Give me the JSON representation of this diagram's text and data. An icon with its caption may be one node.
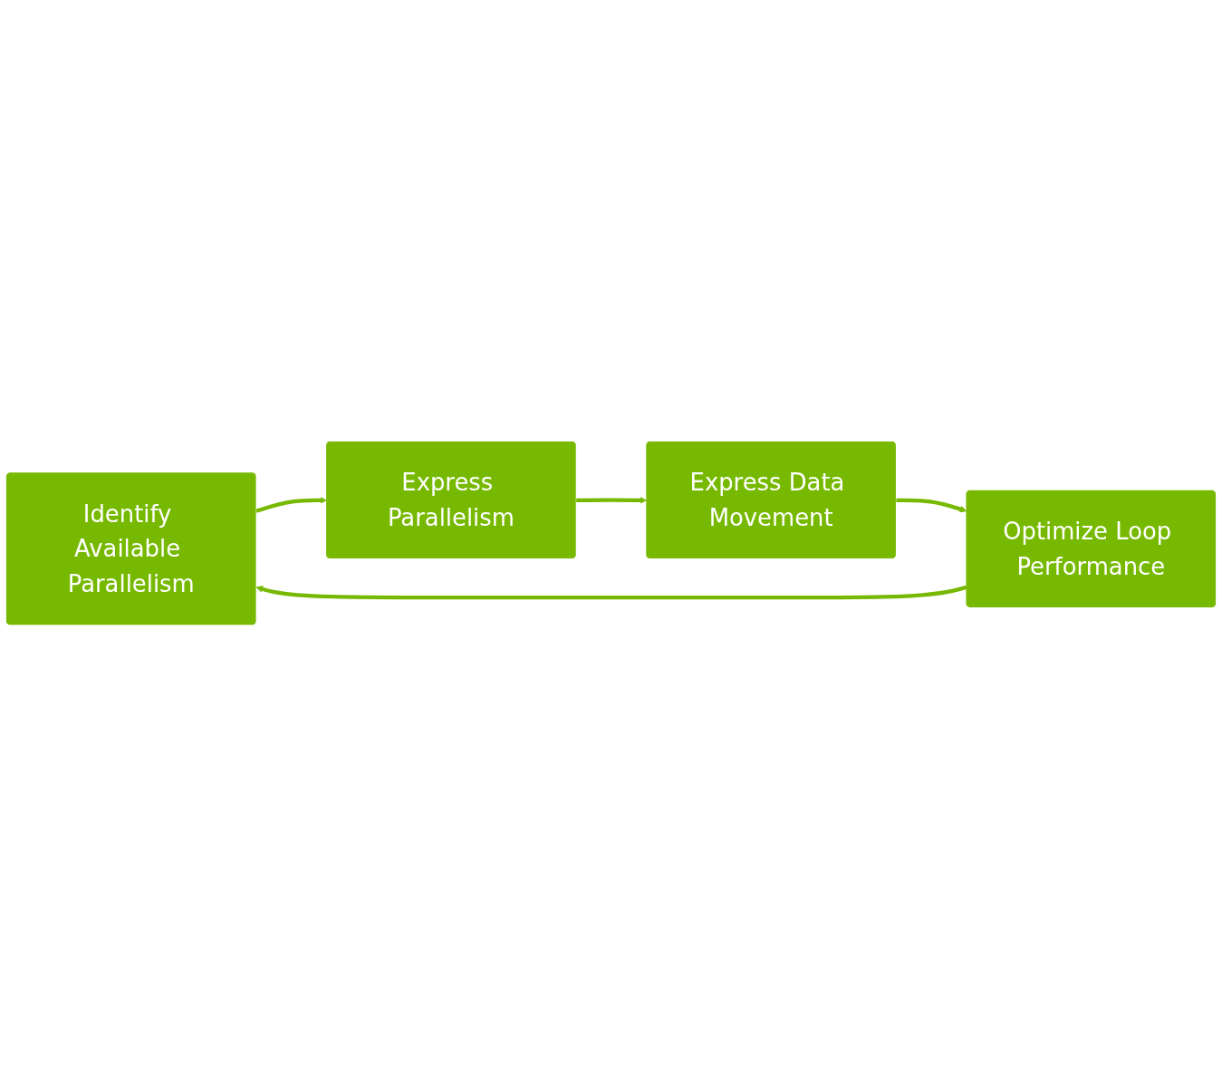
{
  "diagram": {
    "nodes": [
      {
        "text": [
          "Identify Available Parallelism"
        ]
      },
      {
        "text": [
          "Express Parallelism"
        ]
      },
      {
        "text": [
          "Express Data Movement"
        ]
      },
      {
        "text": [
          "Optimize Loop Performance"
        ]
      }
    ],
    "edges": [
      {
        "from": 0,
        "to": 1,
        "arrow": "to"
      },
      {
        "from": 1,
        "to": 2,
        "arrow": "to"
      },
      {
        "from": 2,
        "to": 3,
        "arrow": "to"
      },
      {
        "from": 3,
        "to": 0,
        "arrow": "to"
      }
    ]
  }
}
